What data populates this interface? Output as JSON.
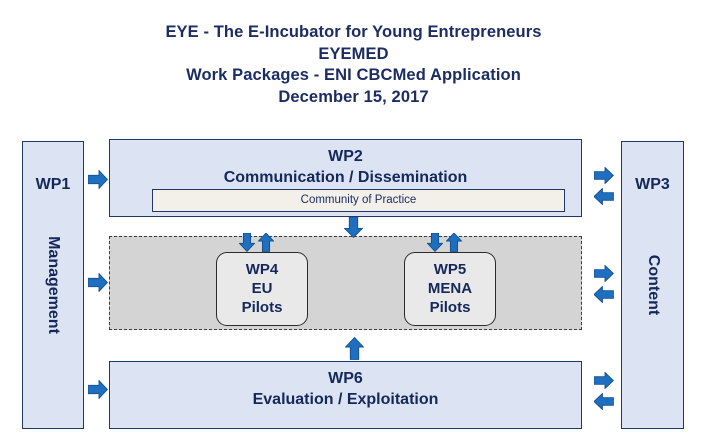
{
  "title": {
    "line1": "EYE - The E-Incubator for Young Entrepreneurs",
    "line2": "EYEMED",
    "line3": "Work Packages - ENI CBCMed Application",
    "line4": "December 15, 2017"
  },
  "colors": {
    "title_text": "#1b2d63",
    "box_fill": "#dce3f3",
    "box_border": "#1f3864",
    "arrow_fill": "#1f6fc0",
    "dashed_region_fill": "#d4d4d4",
    "dashed_region_border": "#3c3c3c",
    "pilot_fill": "#e9e9e9",
    "pilot_border": "#2b2b2b",
    "cop_fill": "#f2f0e8"
  },
  "work_packages": {
    "wp1": {
      "code": "WP1",
      "name": "Management"
    },
    "wp2": {
      "code": "WP2",
      "name": "Communication / Dissemination",
      "sub_box": "Community of Practice"
    },
    "wp3": {
      "code": "WP3",
      "name": "Content"
    },
    "wp4": {
      "code": "WP4",
      "line2": "EU",
      "line3": "Pilots"
    },
    "wp5": {
      "code": "WP5",
      "line2": "MENA",
      "line3": "Pilots"
    },
    "wp6": {
      "code": "WP6",
      "name": "Evaluation / Exploitation"
    }
  },
  "arrows": [
    {
      "name": "wp1-to-wp2",
      "direction": "right"
    },
    {
      "name": "wp1-to-pilots",
      "direction": "right"
    },
    {
      "name": "wp1-to-wp6",
      "direction": "right"
    },
    {
      "name": "wp2-to-wp3-out",
      "direction": "right"
    },
    {
      "name": "wp2-to-wp3-in",
      "direction": "left"
    },
    {
      "name": "pilots-to-wp3-out",
      "direction": "right"
    },
    {
      "name": "pilots-to-wp3-in",
      "direction": "left"
    },
    {
      "name": "wp6-to-wp3-out",
      "direction": "right"
    },
    {
      "name": "wp6-to-wp3-in",
      "direction": "left"
    },
    {
      "name": "wp2-down-to-pilots",
      "direction": "down"
    },
    {
      "name": "wp4-down",
      "direction": "down"
    },
    {
      "name": "wp4-up",
      "direction": "up"
    },
    {
      "name": "wp5-down",
      "direction": "down"
    },
    {
      "name": "wp5-up",
      "direction": "up"
    },
    {
      "name": "wp6-up-to-pilots",
      "direction": "up"
    }
  ]
}
